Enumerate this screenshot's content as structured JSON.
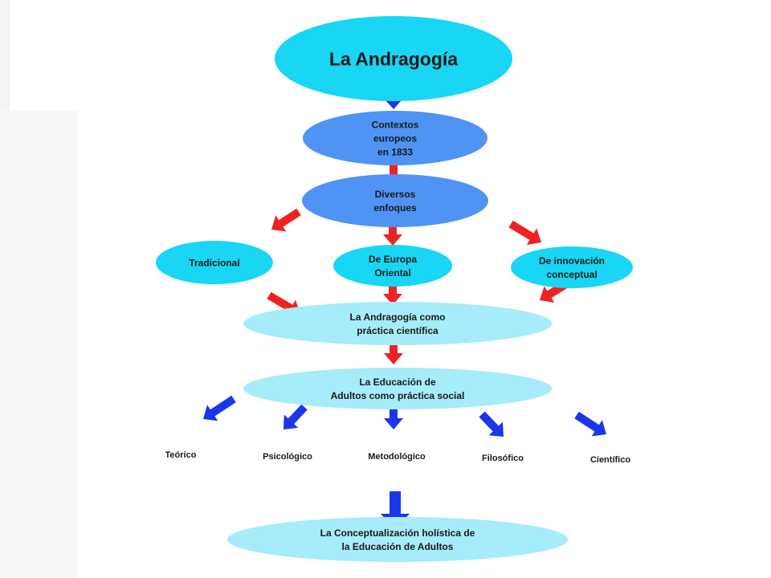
{
  "colors": {
    "arrow_blue": "#1a36e8",
    "arrow_red": "#ee2222",
    "node_cyan": "#18d6f4",
    "node_blue": "#4f93f5",
    "node_light": "#a6ecfa"
  },
  "nodes": {
    "title": [
      "La Andragogía"
    ],
    "contextos": [
      "Contextos",
      "europeos",
      "en 1833"
    ],
    "enfoques": [
      "Diversos",
      "enfoques"
    ],
    "tradicional": [
      "Tradicional"
    ],
    "europa": [
      "De Europa",
      "Oriental"
    ],
    "innovacion": [
      "De innovación",
      "conceptual"
    ],
    "practica_cientifica": [
      "La Andragogía como",
      "práctica científica"
    ],
    "educacion_adultos": [
      "La Educación de",
      "Adultos como práctica social"
    ],
    "teorico": [
      "Teórico"
    ],
    "psicologico": [
      "Psicológico"
    ],
    "metodologico": [
      "Metodológico"
    ],
    "filosofico": [
      "Filosófico"
    ],
    "cientifico": [
      "Científico"
    ],
    "conceptualizacion": [
      "La Conceptualización holística de",
      "la Educación de Adultos"
    ]
  }
}
